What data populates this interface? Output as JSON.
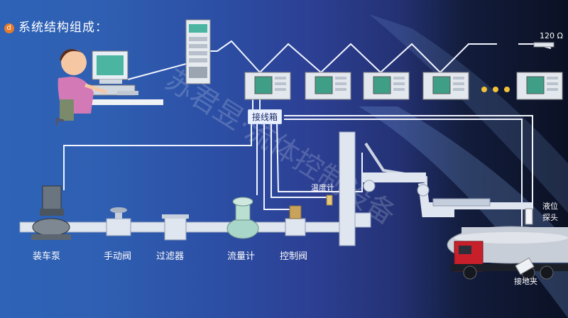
{
  "title": "系统结构组成：",
  "title_bullet": "d",
  "labels": {
    "junction_box": "接线箱",
    "resistor": "120 Ω",
    "thermometer": "温度计",
    "loading_pump": "装车泵",
    "manual_valve": "手动阀",
    "filter": "过滤器",
    "flow_meter": "流量计",
    "control_valve": "控制阀",
    "level_probe_line1": "液位",
    "level_probe_line2": "探头",
    "grounding_clamp": "接地夹"
  },
  "watermark": "苏君昱·流体控制设备",
  "colors": {
    "wire": "#f2f5ff",
    "pipe": "#dfe6f0",
    "accent": "#e87a2a"
  }
}
